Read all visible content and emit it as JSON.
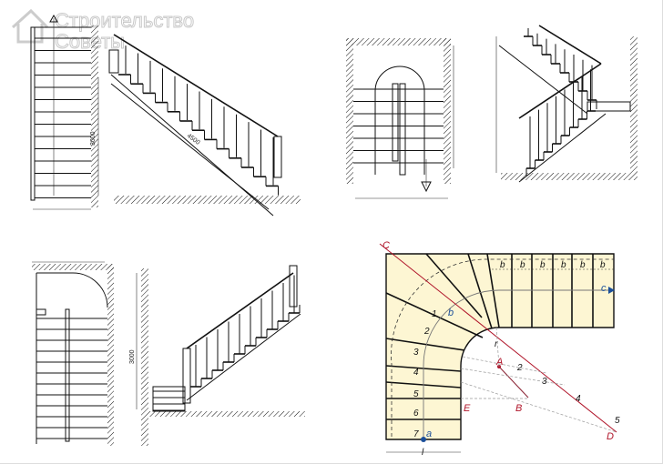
{
  "watermark": {
    "line1": "Строительство",
    "line2": "Советы"
  },
  "drawings": {
    "straight_elevation": {
      "height_dim": "3000",
      "stringer_dim": "4500"
    },
    "winder_plan": {
      "step_numbers_left": [
        "1",
        "2",
        "3",
        "4",
        "5",
        "6",
        "7"
      ],
      "step_numbers_line": [
        "2",
        "3",
        "4",
        "5"
      ],
      "tread_width_labels": [
        "b",
        "b",
        "b",
        "b",
        "b",
        "b"
      ],
      "points": {
        "C": "C",
        "D": "D",
        "A": "A",
        "B": "B",
        "E": "E"
      },
      "walk_line_start": "a",
      "walk_line_end": "c",
      "arc_tread": "b",
      "radius": "r",
      "width": "l"
    },
    "bottom_elevation": {
      "height_dim": "3000"
    }
  },
  "colors": {
    "tread_fill": "#fdf6d3",
    "construction_red": "#b0152a",
    "walk_line_blue": "#1b4f9a"
  }
}
